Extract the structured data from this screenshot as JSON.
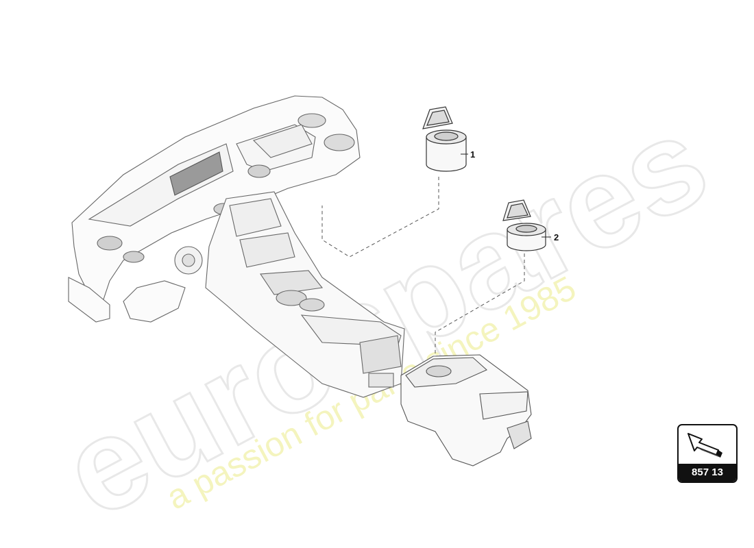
{
  "watermark": {
    "brand": "eurospares",
    "tagline": "a passion for parts since 1985"
  },
  "callouts": [
    {
      "label": "1"
    },
    {
      "label": "2"
    }
  ],
  "badge": {
    "number": "857 13",
    "icon": "direction-arrow-icon"
  },
  "colors": {
    "line": "#555555",
    "watermark_grey": "#e6e6e6",
    "watermark_yellow": "#f3f3b8",
    "badge_fill": "#111111"
  }
}
